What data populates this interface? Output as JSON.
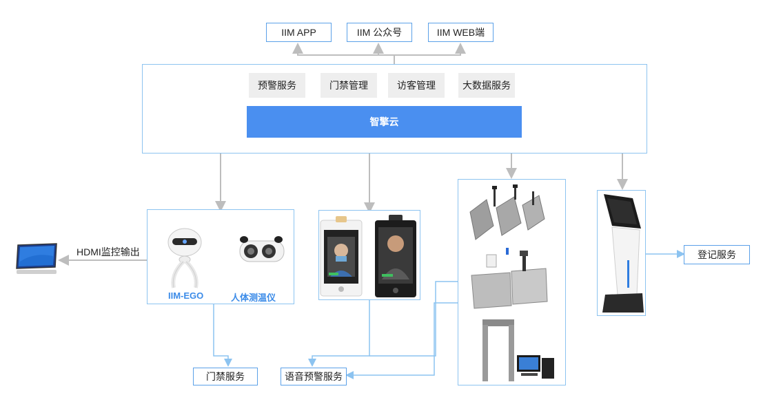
{
  "top_clients": [
    "IIM APP",
    "IIM 公众号",
    "IIM WEB端"
  ],
  "cloud": {
    "services": [
      "预警服务",
      "门禁管理",
      "访客管理",
      "大数据服务"
    ],
    "platform": "智擎云"
  },
  "devices": {
    "robot_label": "IIM-EGO",
    "thermometer_label": "人体测温仪",
    "hdmi_label": "HDMI监控输出"
  },
  "outputs": {
    "access_service": "门禁服务",
    "voice_alarm": "语音预警服务",
    "register_service": "登记服务"
  },
  "colors": {
    "accent": "#4a8ff0",
    "frame": "#8cc3f0",
    "wire_gray": "#bdbdbd",
    "wire_blue": "#8cc3f0"
  }
}
